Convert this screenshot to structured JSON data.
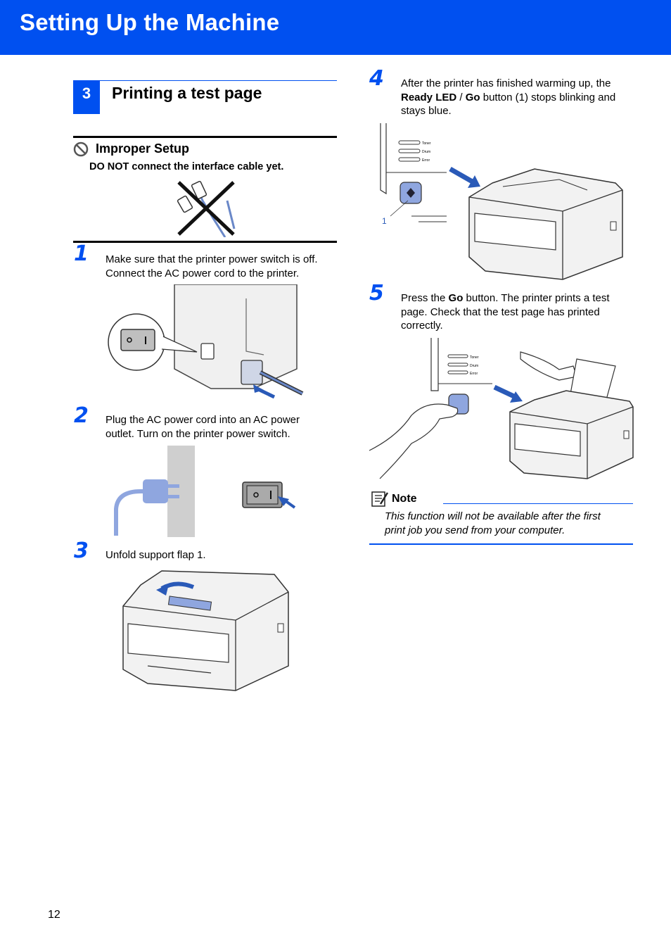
{
  "header": {
    "title": "Setting Up the Machine"
  },
  "section": {
    "number": "3",
    "title": "Printing a test page"
  },
  "warning": {
    "title": "Improper Setup",
    "text": "DO NOT connect the interface cable yet."
  },
  "steps": [
    {
      "number": "1",
      "line1": "Make sure that the printer power switch is off.",
      "line2": "Connect the AC power cord to the printer."
    },
    {
      "number": "2",
      "line1": "Plug the AC power cord into an AC power",
      "line2": "outlet. Turn on the printer power switch."
    },
    {
      "number": "3",
      "line1": "Unfold support flap 1."
    },
    {
      "number": "4",
      "line1": "After the printer has finished warming up, the",
      "bold1": "Ready LED",
      "sep": " / ",
      "bold2": "Go",
      "rest": " button (1) stops blinking and",
      "line3": "stays blue."
    },
    {
      "number": "5",
      "pre": "Press the ",
      "bold": "Go",
      "post": " button. The printer prints a test",
      "line2": "page. Check that the test page has printed",
      "line3": "correctly."
    }
  ],
  "figure_labels": {
    "led_toner": "Toner",
    "led_drum": "Drum",
    "led_error": "Error",
    "callout_1": "1"
  },
  "note": {
    "title": "Note",
    "line1": "This function will not be available after the first",
    "line2": "print job you send from your computer."
  },
  "footer": {
    "page_number": "12"
  },
  "colors": {
    "brand_blue": "#0050f0",
    "led_blue": "#6f8fd6"
  }
}
